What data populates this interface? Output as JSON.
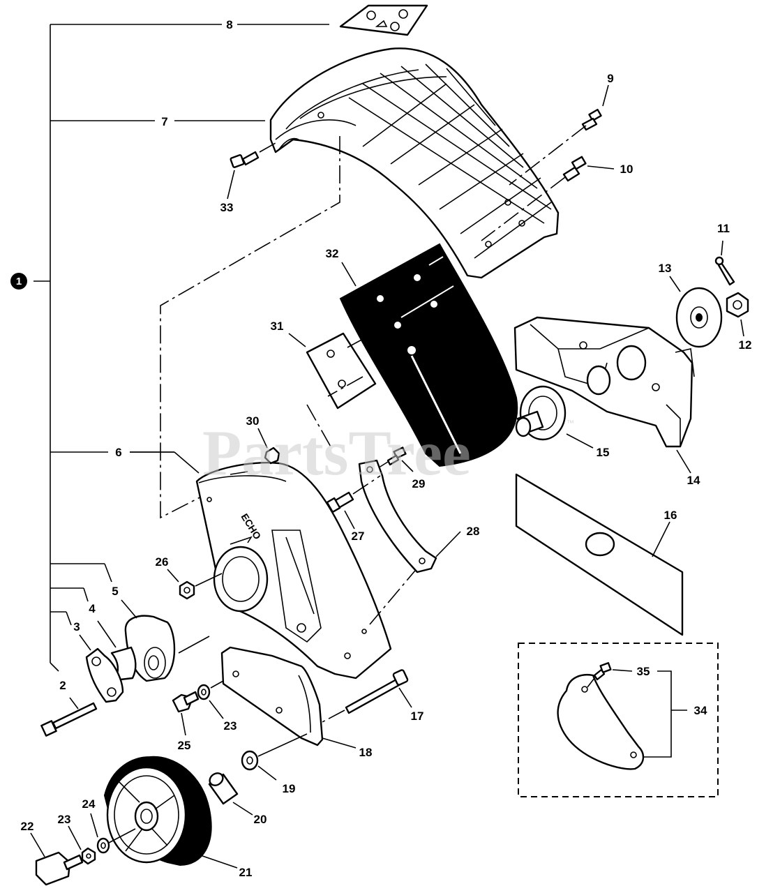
{
  "assembly": {
    "badge": "1"
  },
  "watermark": {
    "text": "PartsTree",
    "tm": "™"
  },
  "callouts": {
    "c2": "2",
    "c3": "3",
    "c4": "4",
    "c5": "5",
    "c6": "6",
    "c7": "7",
    "c8": "8",
    "c9": "9",
    "c10": "10",
    "c11": "11",
    "c12": "12",
    "c13": "13",
    "c14": "14",
    "c15": "15",
    "c16": "16",
    "c17": "17",
    "c18": "18",
    "c19": "19",
    "c20": "20",
    "c21": "21",
    "c22": "22",
    "c23a": "23",
    "c23b": "23",
    "c24": "24",
    "c25": "25",
    "c26": "26",
    "c27": "27",
    "c28": "28",
    "c29": "29",
    "c30": "30",
    "c31": "31",
    "c32": "32",
    "c33": "33",
    "c34": "34",
    "c35": "35"
  }
}
